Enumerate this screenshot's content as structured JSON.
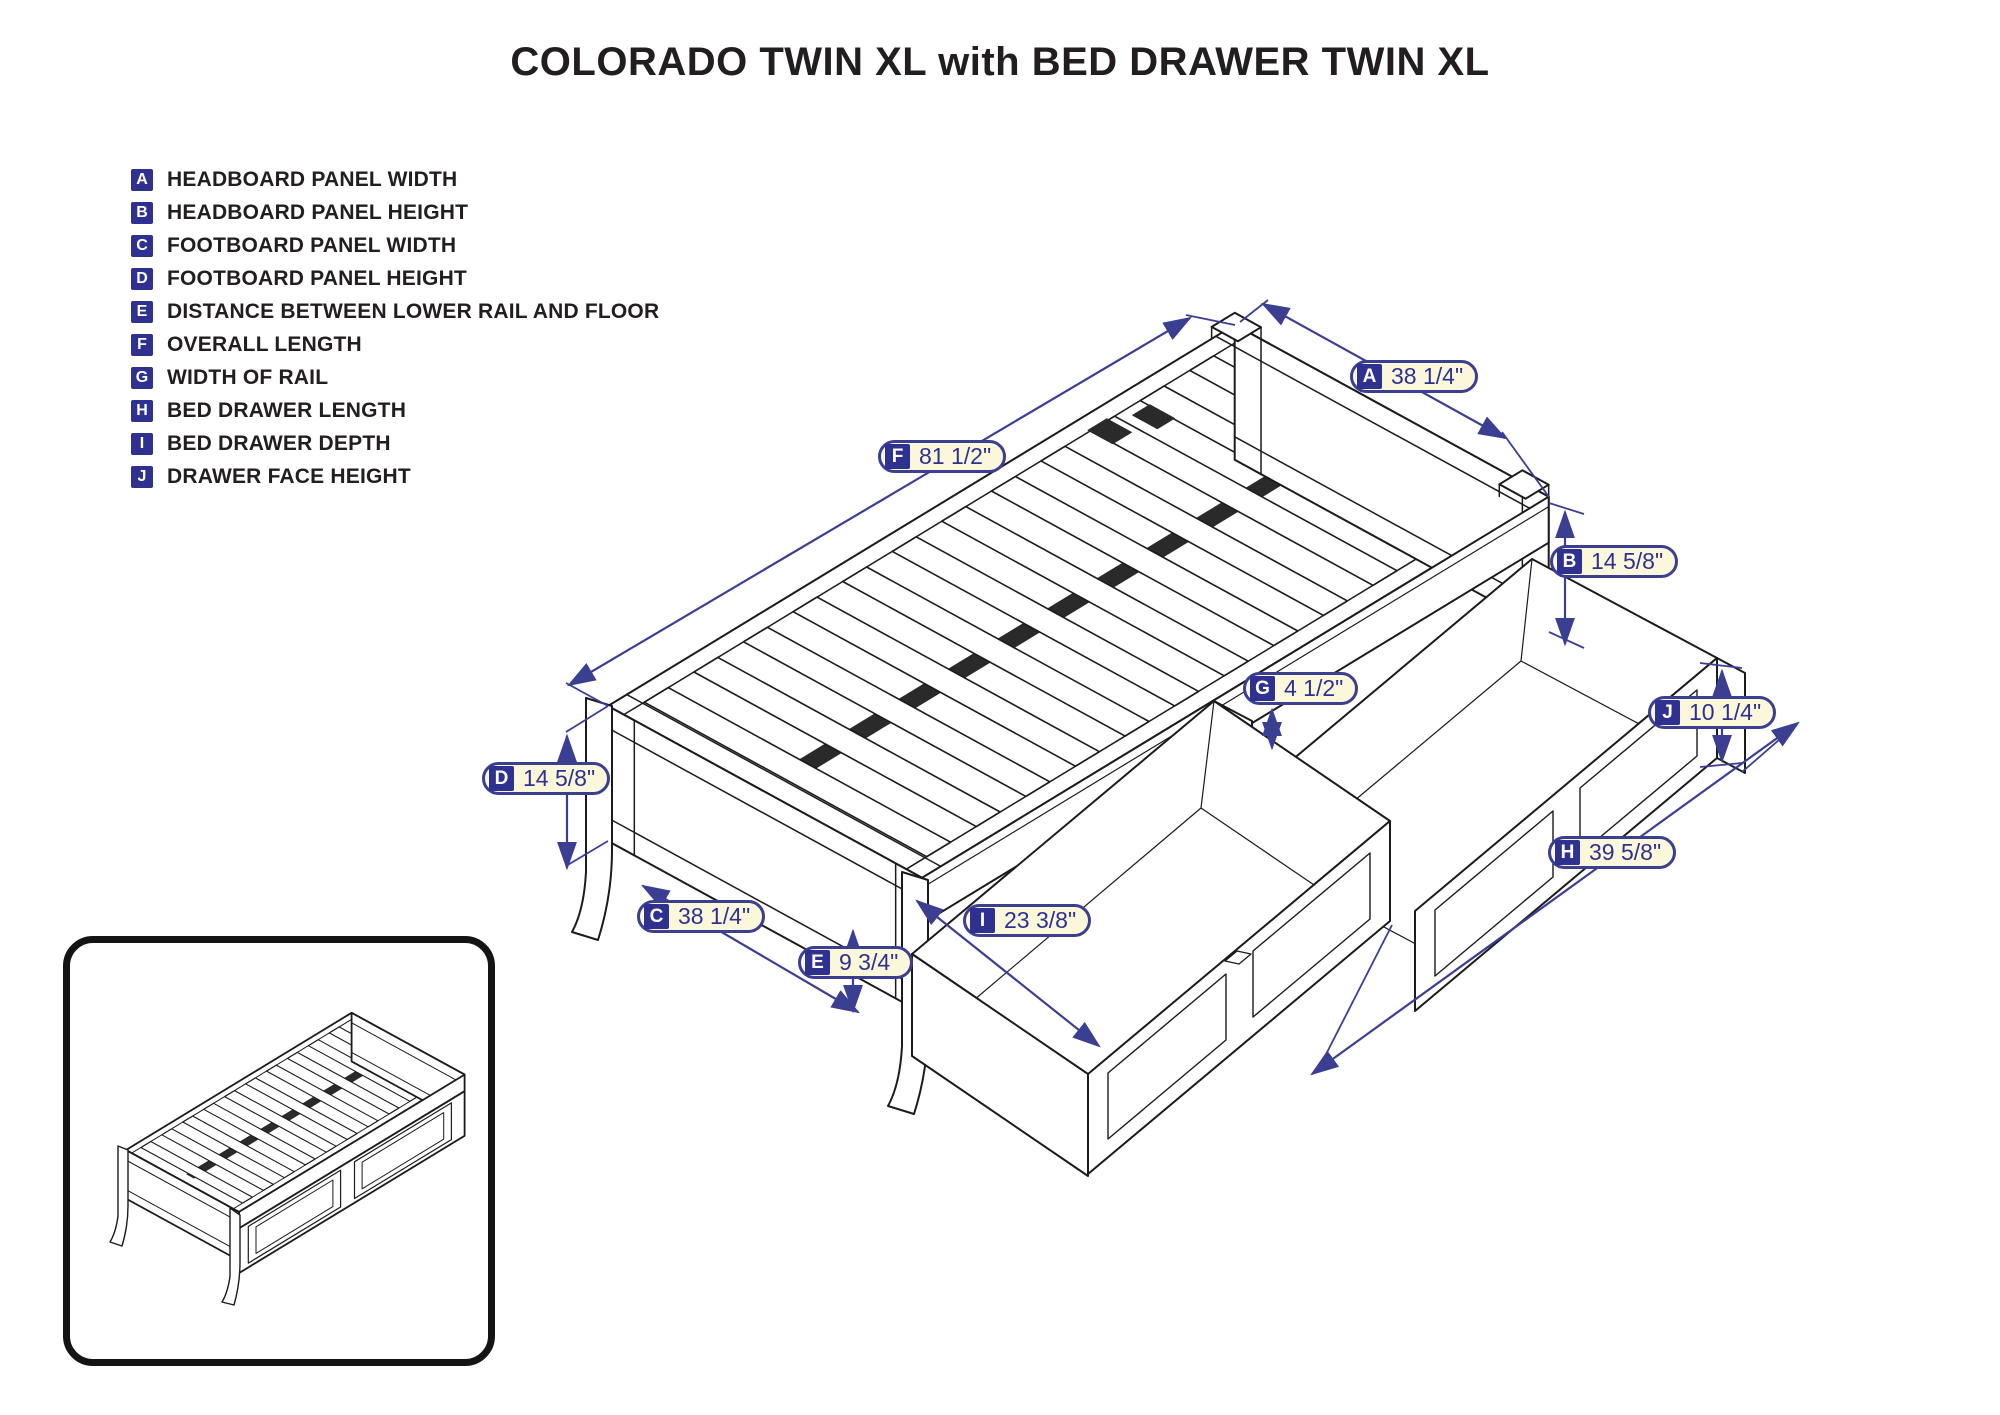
{
  "title": "COLORADO TWIN XL with BED DRAWER TWIN XL",
  "legend": {
    "items": [
      {
        "letter": "A",
        "label": "HEADBOARD PANEL WIDTH"
      },
      {
        "letter": "B",
        "label": "HEADBOARD PANEL HEIGHT"
      },
      {
        "letter": "C",
        "label": "FOOTBOARD PANEL WIDTH"
      },
      {
        "letter": "D",
        "label": "FOOTBOARD PANEL HEIGHT"
      },
      {
        "letter": "E",
        "label": "DISTANCE BETWEEN LOWER RAIL AND FLOOR"
      },
      {
        "letter": "F",
        "label": "OVERALL LENGTH"
      },
      {
        "letter": "G",
        "label": "WIDTH OF RAIL"
      },
      {
        "letter": "H",
        "label": "BED DRAWER LENGTH"
      },
      {
        "letter": "I",
        "label": "BED DRAWER DEPTH"
      },
      {
        "letter": "J",
        "label": "DRAWER FACE HEIGHT"
      }
    ]
  },
  "dims": {
    "A": {
      "letter": "A",
      "value": "38 1/4\""
    },
    "B": {
      "letter": "B",
      "value": "14 5/8\""
    },
    "C": {
      "letter": "C",
      "value": "38 1/4\""
    },
    "D": {
      "letter": "D",
      "value": "14 5/8\""
    },
    "E": {
      "letter": "E",
      "value": "9 3/4\""
    },
    "F": {
      "letter": "F",
      "value": "81 1/2\""
    },
    "G": {
      "letter": "G",
      "value": "4 1/2\""
    },
    "H": {
      "letter": "H",
      "value": "39 5/8\""
    },
    "I": {
      "letter": "I",
      "value": "23 3/8\""
    },
    "J": {
      "letter": "J",
      "value": "10 1/4\""
    }
  },
  "colors": {
    "accent_navy": "#2e3190",
    "dim_line": "#3a3f92",
    "label_bg": "#fbf7db",
    "drawing_line": "#1b1b1b"
  }
}
